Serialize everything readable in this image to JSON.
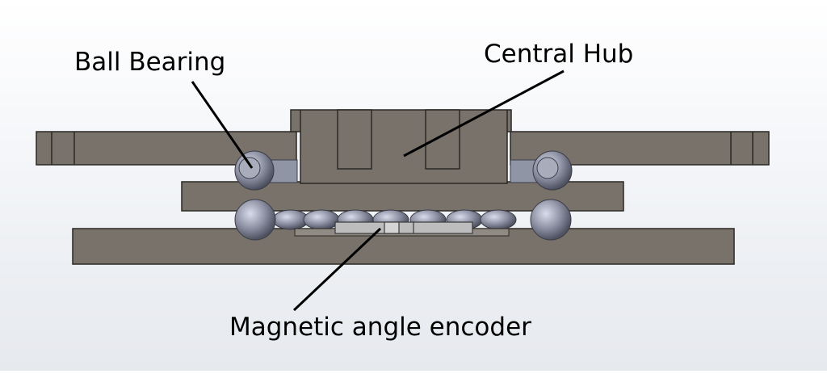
{
  "labels": {
    "ball_bearing": "Ball Bearing",
    "central_hub": "Central Hub",
    "magnetic_encoder": "Magnetic angle encoder"
  },
  "colors": {
    "part_fill": "#78726a",
    "part_stroke": "#2b2925",
    "ball_fill": "#8e93a3",
    "encoder_fill": "#bdbdbd",
    "leader_line": "#000000"
  }
}
